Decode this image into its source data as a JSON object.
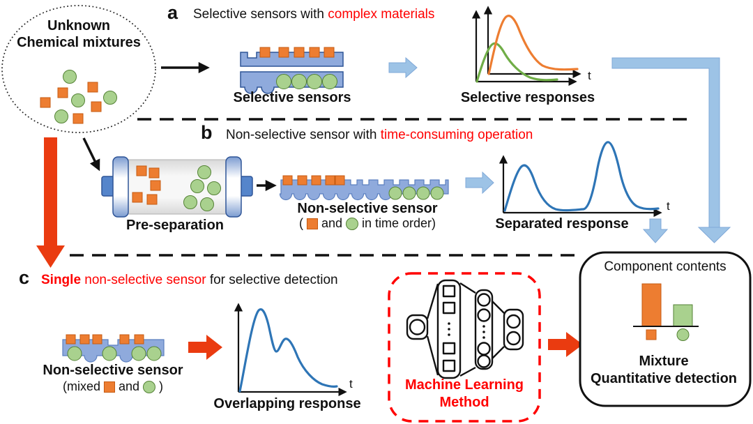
{
  "source_mixture": {
    "line1": "Unknown",
    "line2": "Chemical mixtures"
  },
  "axes": {
    "t": "t"
  },
  "panel_a": {
    "letter": "a",
    "title_black": "Selective sensors with ",
    "title_red": "complex materials",
    "sensor_label": "Selective sensors",
    "response_label": "Selective responses"
  },
  "panel_b": {
    "letter": "b",
    "title_black": "Non-selective sensor with ",
    "title_red": "time-consuming operation",
    "preseparation_label": "Pre-separation",
    "sensor_label": "Non-selective sensor",
    "note_open": "(",
    "note_and": "and",
    "note_tail": "in time order)",
    "response_label": "Separated response"
  },
  "panel_c": {
    "letter": "c",
    "title_red_bold": "Single",
    "title_red": " non-selective sensor",
    "title_black": " for selective detection",
    "sensor_label": "Non-selective sensor",
    "note_open": "(mixed",
    "note_and": "and",
    "note_close": ")",
    "response_label": "Overlapping response",
    "ml_line1": "Machine Learning",
    "ml_line2": "Method"
  },
  "result_box": {
    "title": "Component contents",
    "caption_line1": "Mixture",
    "caption_line2": "Quantitative detection"
  },
  "colors": {
    "orange": "#ED7D31",
    "orange_border": "#C55A11",
    "green": "#A9D18E",
    "green_border": "#548235",
    "green_curve": "#70AD47",
    "sensor_blue": "#8FAADC",
    "sensor_blue_border": "#2F5597",
    "light_blue_arrow": "#9DC3E6",
    "blue_curve": "#2E75B6",
    "red_arrow": "#EA3B10",
    "red_text": "#FF0000"
  }
}
